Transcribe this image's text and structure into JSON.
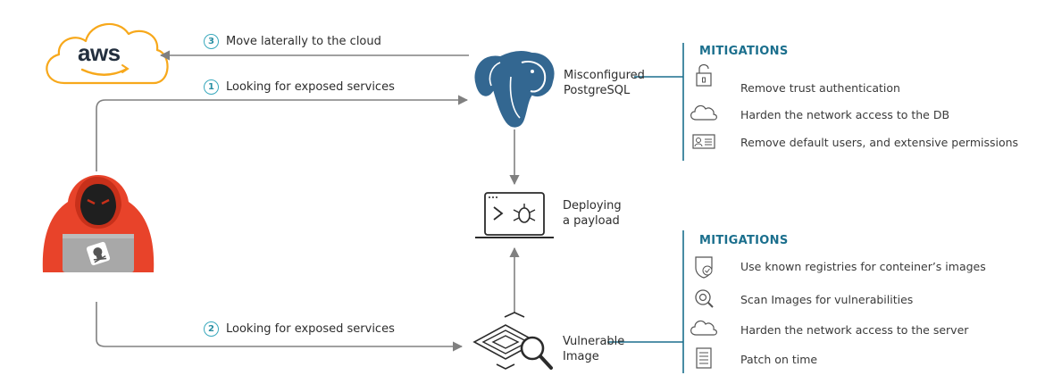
{
  "flows": {
    "move_laterally": {
      "number": "3",
      "text": "Move laterally to the cloud"
    },
    "exposed_services_db": {
      "number": "1",
      "text": "Looking for exposed services"
    },
    "exposed_services_image": {
      "number": "2",
      "text": "Looking for exposed services"
    }
  },
  "nodes": {
    "cloud": {
      "text": "aws"
    },
    "postgres": {
      "line1": "Misconfigured",
      "line2": "PostgreSQL"
    },
    "payload": {
      "line1": "Deploying",
      "line2": "a payload"
    },
    "image": {
      "line1": "Vulnerable",
      "line2": "Image"
    }
  },
  "mitigations_db": {
    "title": "MITIGATIONS",
    "items": [
      {
        "icon": "lock-icon",
        "text": "Remove trust authentication"
      },
      {
        "icon": "cloud-icon",
        "text": "Harden the network access to the DB"
      },
      {
        "icon": "user-card-icon",
        "text": "Remove default users, and extensive permissions"
      }
    ]
  },
  "mitigations_image": {
    "title": "MITIGATIONS",
    "items": [
      {
        "icon": "shield-check-icon",
        "text": "Use known registries for conteiner’s images"
      },
      {
        "icon": "scan-icon",
        "text": "Scan Images for vulnerabilities"
      },
      {
        "icon": "cloud-icon",
        "text": "Harden the network access to the server"
      },
      {
        "icon": "document-icon",
        "text": "Patch on time"
      }
    ]
  },
  "colors": {
    "accent": "#1b6f8d",
    "step_circle": "#39a9bd",
    "arrow": "#808080",
    "aws_orange": "#f7a81b",
    "hoodie": "#e8432a",
    "elephant": "#336791"
  }
}
